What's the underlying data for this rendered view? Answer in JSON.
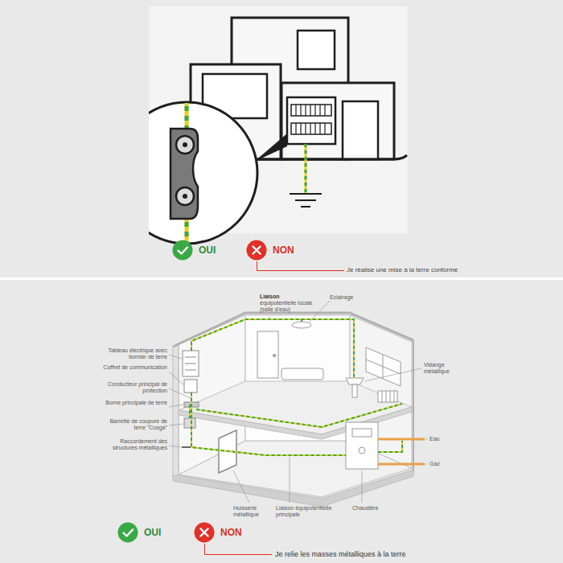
{
  "diagram": {
    "nodes": [
      {
        "text": [
          "OUI"
        ]
      },
      {
        "text": [
          "NON"
        ]
      },
      {
        "text": [
          "OUI"
        ]
      },
      {
        "text": [
          "NON"
        ]
      }
    ],
    "labels": [
      "Je réalise une mise à la terre conforme",
      "Liaison",
      "équipotentielle locale (salle d'eau)",
      "Eclairage",
      "Tableau électrique avec bornier de terre",
      "Coffret de communication",
      "Conducteur principal de protection",
      "Vidange métallique",
      "Borne principale de terre",
      "Barrette de coupure de terre \"Cosga\"",
      "Raccordement des structures métalliques",
      "Eau",
      "Gaz",
      "Huisserie métallique",
      "Liaison équipotentielle principale",
      "Chaudière",
      "Je relie les masses métalliques à la terre"
    ]
  }
}
